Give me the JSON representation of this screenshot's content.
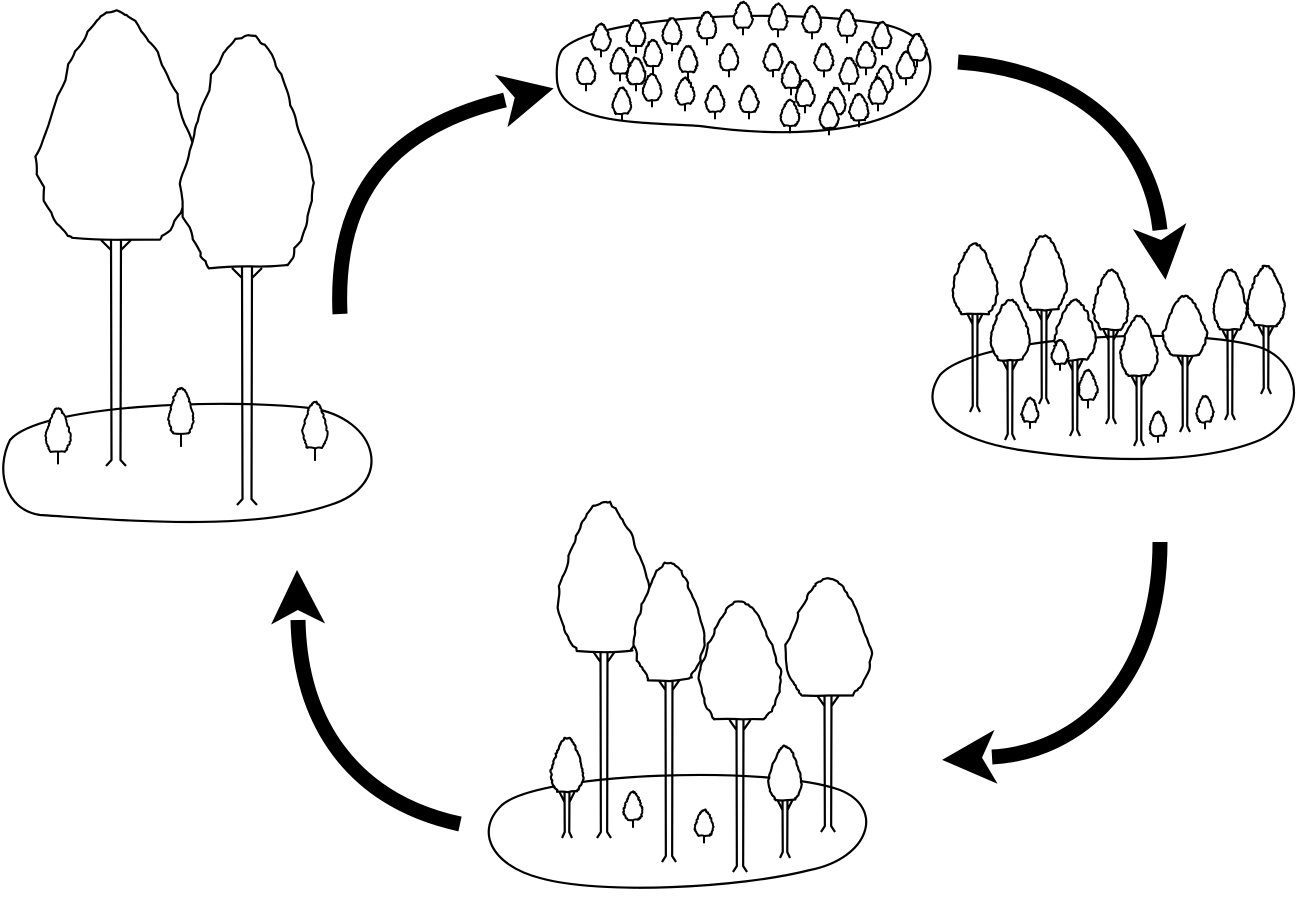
{
  "diagram": {
    "kind": "forest-stand-development-cycle",
    "colors": {
      "ink": "#000000",
      "fill": "#ffffff",
      "background": "#ffffff"
    },
    "stages": [
      {
        "id": "mature-stand",
        "mature_trees": 2,
        "seedlings": 3
      },
      {
        "id": "regeneration-stand",
        "seedlings": 33
      },
      {
        "id": "pole-stand",
        "poles": 10,
        "seedlings": 5
      },
      {
        "id": "young-stand",
        "trees": 4,
        "small_trees": 2,
        "seedlings": 2
      }
    ],
    "arrows": [
      {
        "from": "mature-stand",
        "to": "regeneration-stand"
      },
      {
        "from": "regeneration-stand",
        "to": "pole-stand"
      },
      {
        "from": "pole-stand",
        "to": "young-stand"
      },
      {
        "from": "young-stand",
        "to": "mature-stand"
      }
    ]
  }
}
